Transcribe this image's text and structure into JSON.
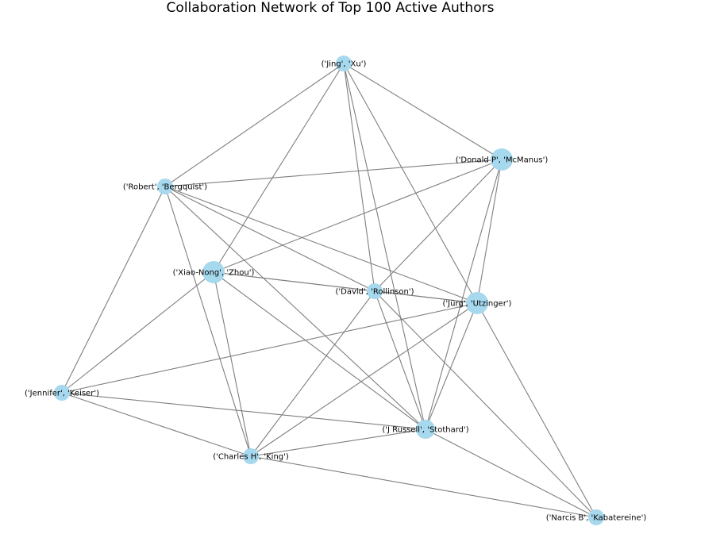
{
  "title": "Collaboration Network of Top 100 Active Authors",
  "colors": {
    "node": "#a6d8ee",
    "edge": "#7f7f7f",
    "label": "#000000",
    "background": "#ffffff"
  },
  "nodes": [
    {
      "id": "jing_xu",
      "label": "('Jing', 'Xu')",
      "size": "small"
    },
    {
      "id": "donald_mcmanus",
      "label": "('Donald P', 'McManus')",
      "size": "large"
    },
    {
      "id": "robert_bergquist",
      "label": "('Robert', 'Bergquist')",
      "size": "small"
    },
    {
      "id": "xiaonong_zhou",
      "label": "('Xiao-Nong', 'Zhou')",
      "size": "large"
    },
    {
      "id": "david_rollinson",
      "label": "('David', 'Rollinson')",
      "size": "small"
    },
    {
      "id": "jurg_utzinger",
      "label": "('Jürg', 'Utzinger')",
      "size": "large"
    },
    {
      "id": "jennifer_keiser",
      "label": "('Jennifer', 'Keiser')",
      "size": "small"
    },
    {
      "id": "jrussell_stothard",
      "label": "('J Russell', 'Stothard')",
      "size": "medium"
    },
    {
      "id": "charles_king",
      "label": "('Charles H', 'King')",
      "size": "small"
    },
    {
      "id": "narcis_kabatereine",
      "label": "('Narcis B', 'Kabatereine')",
      "size": "small"
    }
  ],
  "edges": [
    [
      "jing_xu",
      "robert_bergquist"
    ],
    [
      "jing_xu",
      "donald_mcmanus"
    ],
    [
      "jing_xu",
      "xiaonong_zhou"
    ],
    [
      "jing_xu",
      "david_rollinson"
    ],
    [
      "jing_xu",
      "jurg_utzinger"
    ],
    [
      "jing_xu",
      "jrussell_stothard"
    ],
    [
      "robert_bergquist",
      "donald_mcmanus"
    ],
    [
      "robert_bergquist",
      "david_rollinson"
    ],
    [
      "robert_bergquist",
      "jurg_utzinger"
    ],
    [
      "robert_bergquist",
      "jennifer_keiser"
    ],
    [
      "robert_bergquist",
      "charles_king"
    ],
    [
      "robert_bergquist",
      "jrussell_stothard"
    ],
    [
      "donald_mcmanus",
      "xiaonong_zhou"
    ],
    [
      "donald_mcmanus",
      "david_rollinson"
    ],
    [
      "donald_mcmanus",
      "jurg_utzinger"
    ],
    [
      "donald_mcmanus",
      "jrussell_stothard"
    ],
    [
      "xiaonong_zhou",
      "david_rollinson"
    ],
    [
      "xiaonong_zhou",
      "jurg_utzinger"
    ],
    [
      "xiaonong_zhou",
      "jennifer_keiser"
    ],
    [
      "xiaonong_zhou",
      "charles_king"
    ],
    [
      "xiaonong_zhou",
      "jrussell_stothard"
    ],
    [
      "david_rollinson",
      "jurg_utzinger"
    ],
    [
      "david_rollinson",
      "charles_king"
    ],
    [
      "david_rollinson",
      "jrussell_stothard"
    ],
    [
      "david_rollinson",
      "narcis_kabatereine"
    ],
    [
      "jurg_utzinger",
      "jennifer_keiser"
    ],
    [
      "jurg_utzinger",
      "charles_king"
    ],
    [
      "jurg_utzinger",
      "jrussell_stothard"
    ],
    [
      "jurg_utzinger",
      "narcis_kabatereine"
    ],
    [
      "jennifer_keiser",
      "jrussell_stothard"
    ],
    [
      "jennifer_keiser",
      "charles_king"
    ],
    [
      "jrussell_stothard",
      "charles_king"
    ],
    [
      "jrussell_stothard",
      "narcis_kabatereine"
    ],
    [
      "charles_king",
      "narcis_kabatereine"
    ]
  ]
}
